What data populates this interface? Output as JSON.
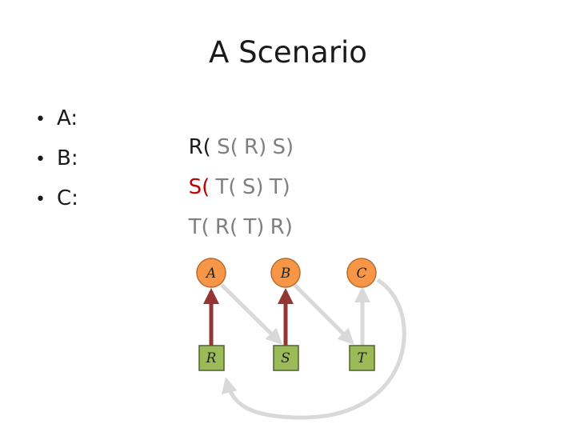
{
  "slide": {
    "title": "A Scenario",
    "rows": [
      {
        "label": "A:",
        "tokens": [
          {
            "text": "R(",
            "tone": "dark"
          },
          {
            "text": "S(",
            "tone": "gray"
          },
          {
            "text": "R)",
            "tone": "gray"
          },
          {
            "text": "S)",
            "tone": "gray"
          }
        ]
      },
      {
        "label": "B:",
        "tokens": [
          {
            "text": "S(",
            "tone": "red"
          },
          {
            "text": "T(",
            "tone": "gray"
          },
          {
            "text": "S)",
            "tone": "gray"
          },
          {
            "text": "T)",
            "tone": "gray"
          }
        ]
      },
      {
        "label": "C:",
        "tokens": [
          {
            "text": "T(",
            "tone": "gray"
          },
          {
            "text": "R(",
            "tone": "gray"
          },
          {
            "text": "T)",
            "tone": "gray"
          },
          {
            "text": "R)",
            "tone": "gray"
          }
        ]
      }
    ]
  },
  "graph": {
    "top_nodes": [
      "A",
      "B",
      "C"
    ],
    "bottom_nodes": [
      "R",
      "S",
      "T"
    ],
    "colors": {
      "top_fill": "#f79646",
      "top_stroke": "#b66d31",
      "bottom_fill": "#9bbb59",
      "bottom_stroke": "#4f6228",
      "held_edge": "#943634",
      "wait_edge": "#d9d9d9"
    }
  }
}
